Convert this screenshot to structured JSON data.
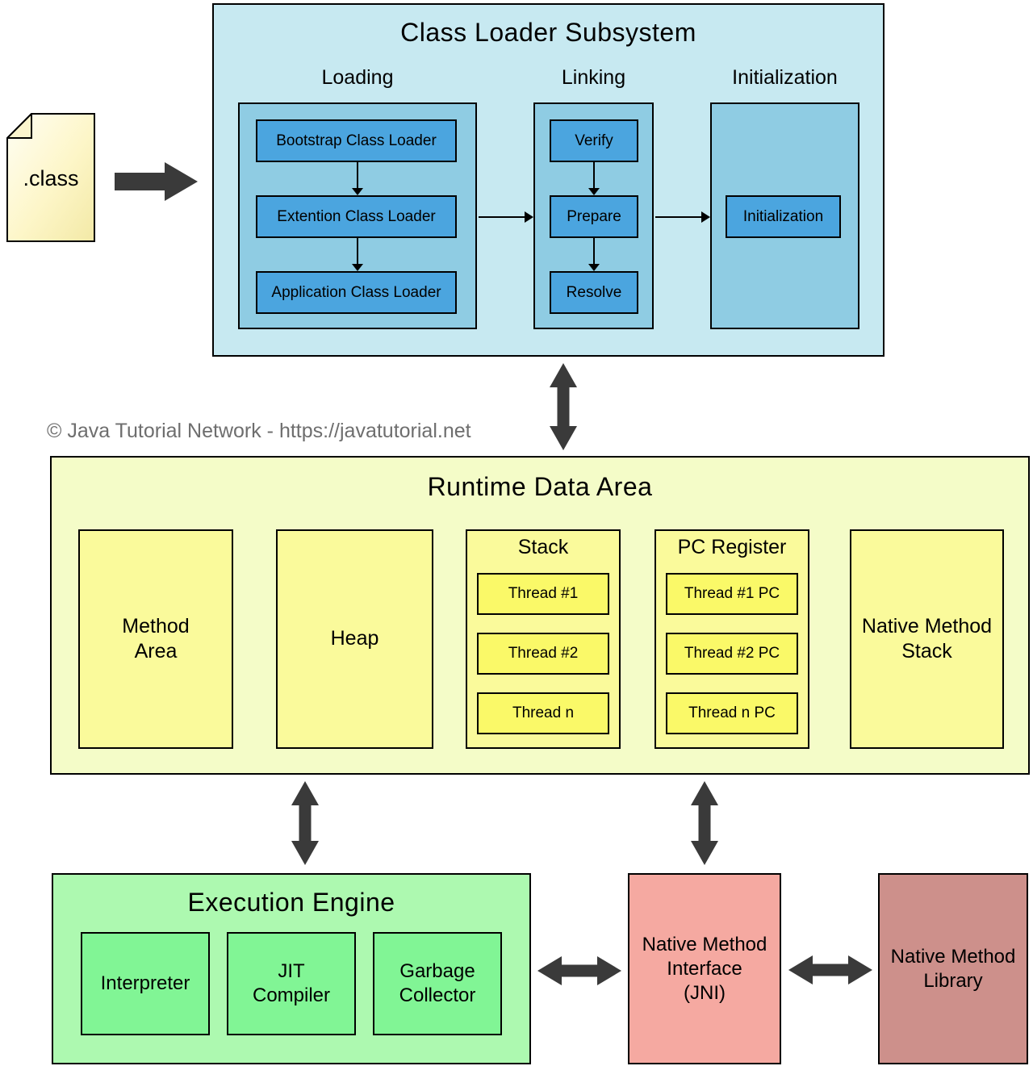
{
  "watermark": "© Java Tutorial Network - https://javatutorial.net",
  "class_file": {
    "label": ".class"
  },
  "class_loader": {
    "title": "Class Loader Subsystem",
    "loading": {
      "label": "Loading",
      "items": [
        "Bootstrap Class Loader",
        "Extention Class Loader",
        "Application Class Loader"
      ]
    },
    "linking": {
      "label": "Linking",
      "items": [
        "Verify",
        "Prepare",
        "Resolve"
      ]
    },
    "initialization": {
      "label": "Initialization",
      "items": [
        "Initialization"
      ]
    }
  },
  "runtime": {
    "title": "Runtime Data Area",
    "method_area": "Method\nArea",
    "heap": "Heap",
    "stack": {
      "title": "Stack",
      "items": [
        "Thread #1",
        "Thread #2",
        "Thread n"
      ]
    },
    "pc_register": {
      "title": "PC Register",
      "items": [
        "Thread #1 PC",
        "Thread #2 PC",
        "Thread n PC"
      ]
    },
    "native_method_stack": "Native Method\nStack"
  },
  "execution_engine": {
    "title": "Execution Engine",
    "items": [
      "Interpreter",
      "JIT\nCompiler",
      "Garbage\nCollector"
    ]
  },
  "jni": {
    "label": "Native Method\nInterface\n(JNI)"
  },
  "native_library": {
    "label": "Native Method\nLibrary"
  },
  "colors": {
    "cls_background": "#c7e9f1",
    "cls_container": "#8fcce3",
    "cls_inner_box": "#4ba5df",
    "runtime_background": "#f4fcc8",
    "runtime_box": "#fafa9b",
    "thread_box": "#faf968",
    "execution_background": "#adf9b0",
    "execution_box": "#81f595",
    "jni_box": "#f5a9a1",
    "native_library_box": "#cd908b",
    "class_file_fill": "#fdf6c8",
    "arrow": "#3a3a3a",
    "watermark_text": "#6e6e6e",
    "border": "#000000"
  }
}
